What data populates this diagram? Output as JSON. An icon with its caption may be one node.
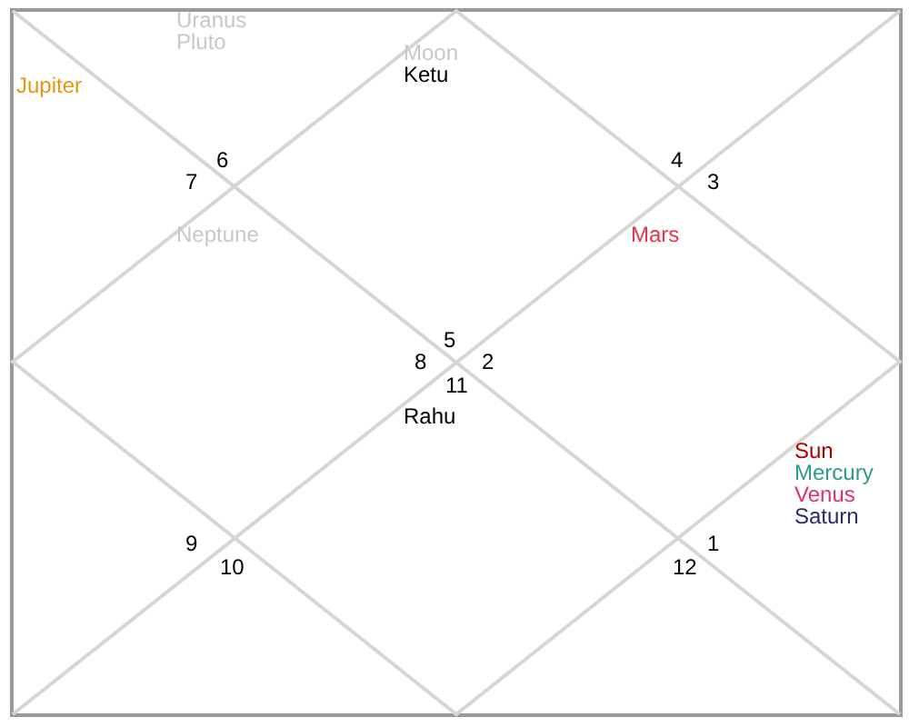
{
  "diagram": {
    "labels": [
      "Uranus",
      "Pluto",
      "Jupiter",
      "Moon",
      "Ketu",
      "6",
      "7",
      "4",
      "3",
      "Neptune",
      "Mars",
      "5",
      "8",
      "2",
      "11",
      "Rahu",
      "Sun",
      "Mercury",
      "Venus",
      "Saturn",
      "9",
      "1",
      "10",
      "12"
    ]
  }
}
